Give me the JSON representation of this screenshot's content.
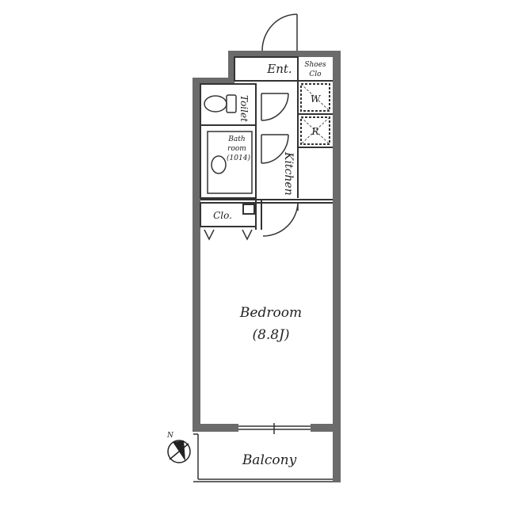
{
  "floor_plan": {
    "rooms": {
      "entrance": "Ent.",
      "shoes_closet_line1": "Shoes",
      "shoes_closet_line2": "Clo",
      "toilet": "Toilet",
      "washer": "W",
      "refrigerator": "R",
      "bathroom_line1": "Bath",
      "bathroom_line2": "room",
      "bathroom_size": "(1014)",
      "kitchen": "Kitchen",
      "closet": "Clo.",
      "bedroom": "Bedroom",
      "bedroom_size": "(8.8J)",
      "balcony": "Balcony"
    },
    "compass": {
      "north_label": "N"
    },
    "colors": {
      "wall": "#666666",
      "line": "#333333",
      "background": "#ffffff"
    }
  }
}
